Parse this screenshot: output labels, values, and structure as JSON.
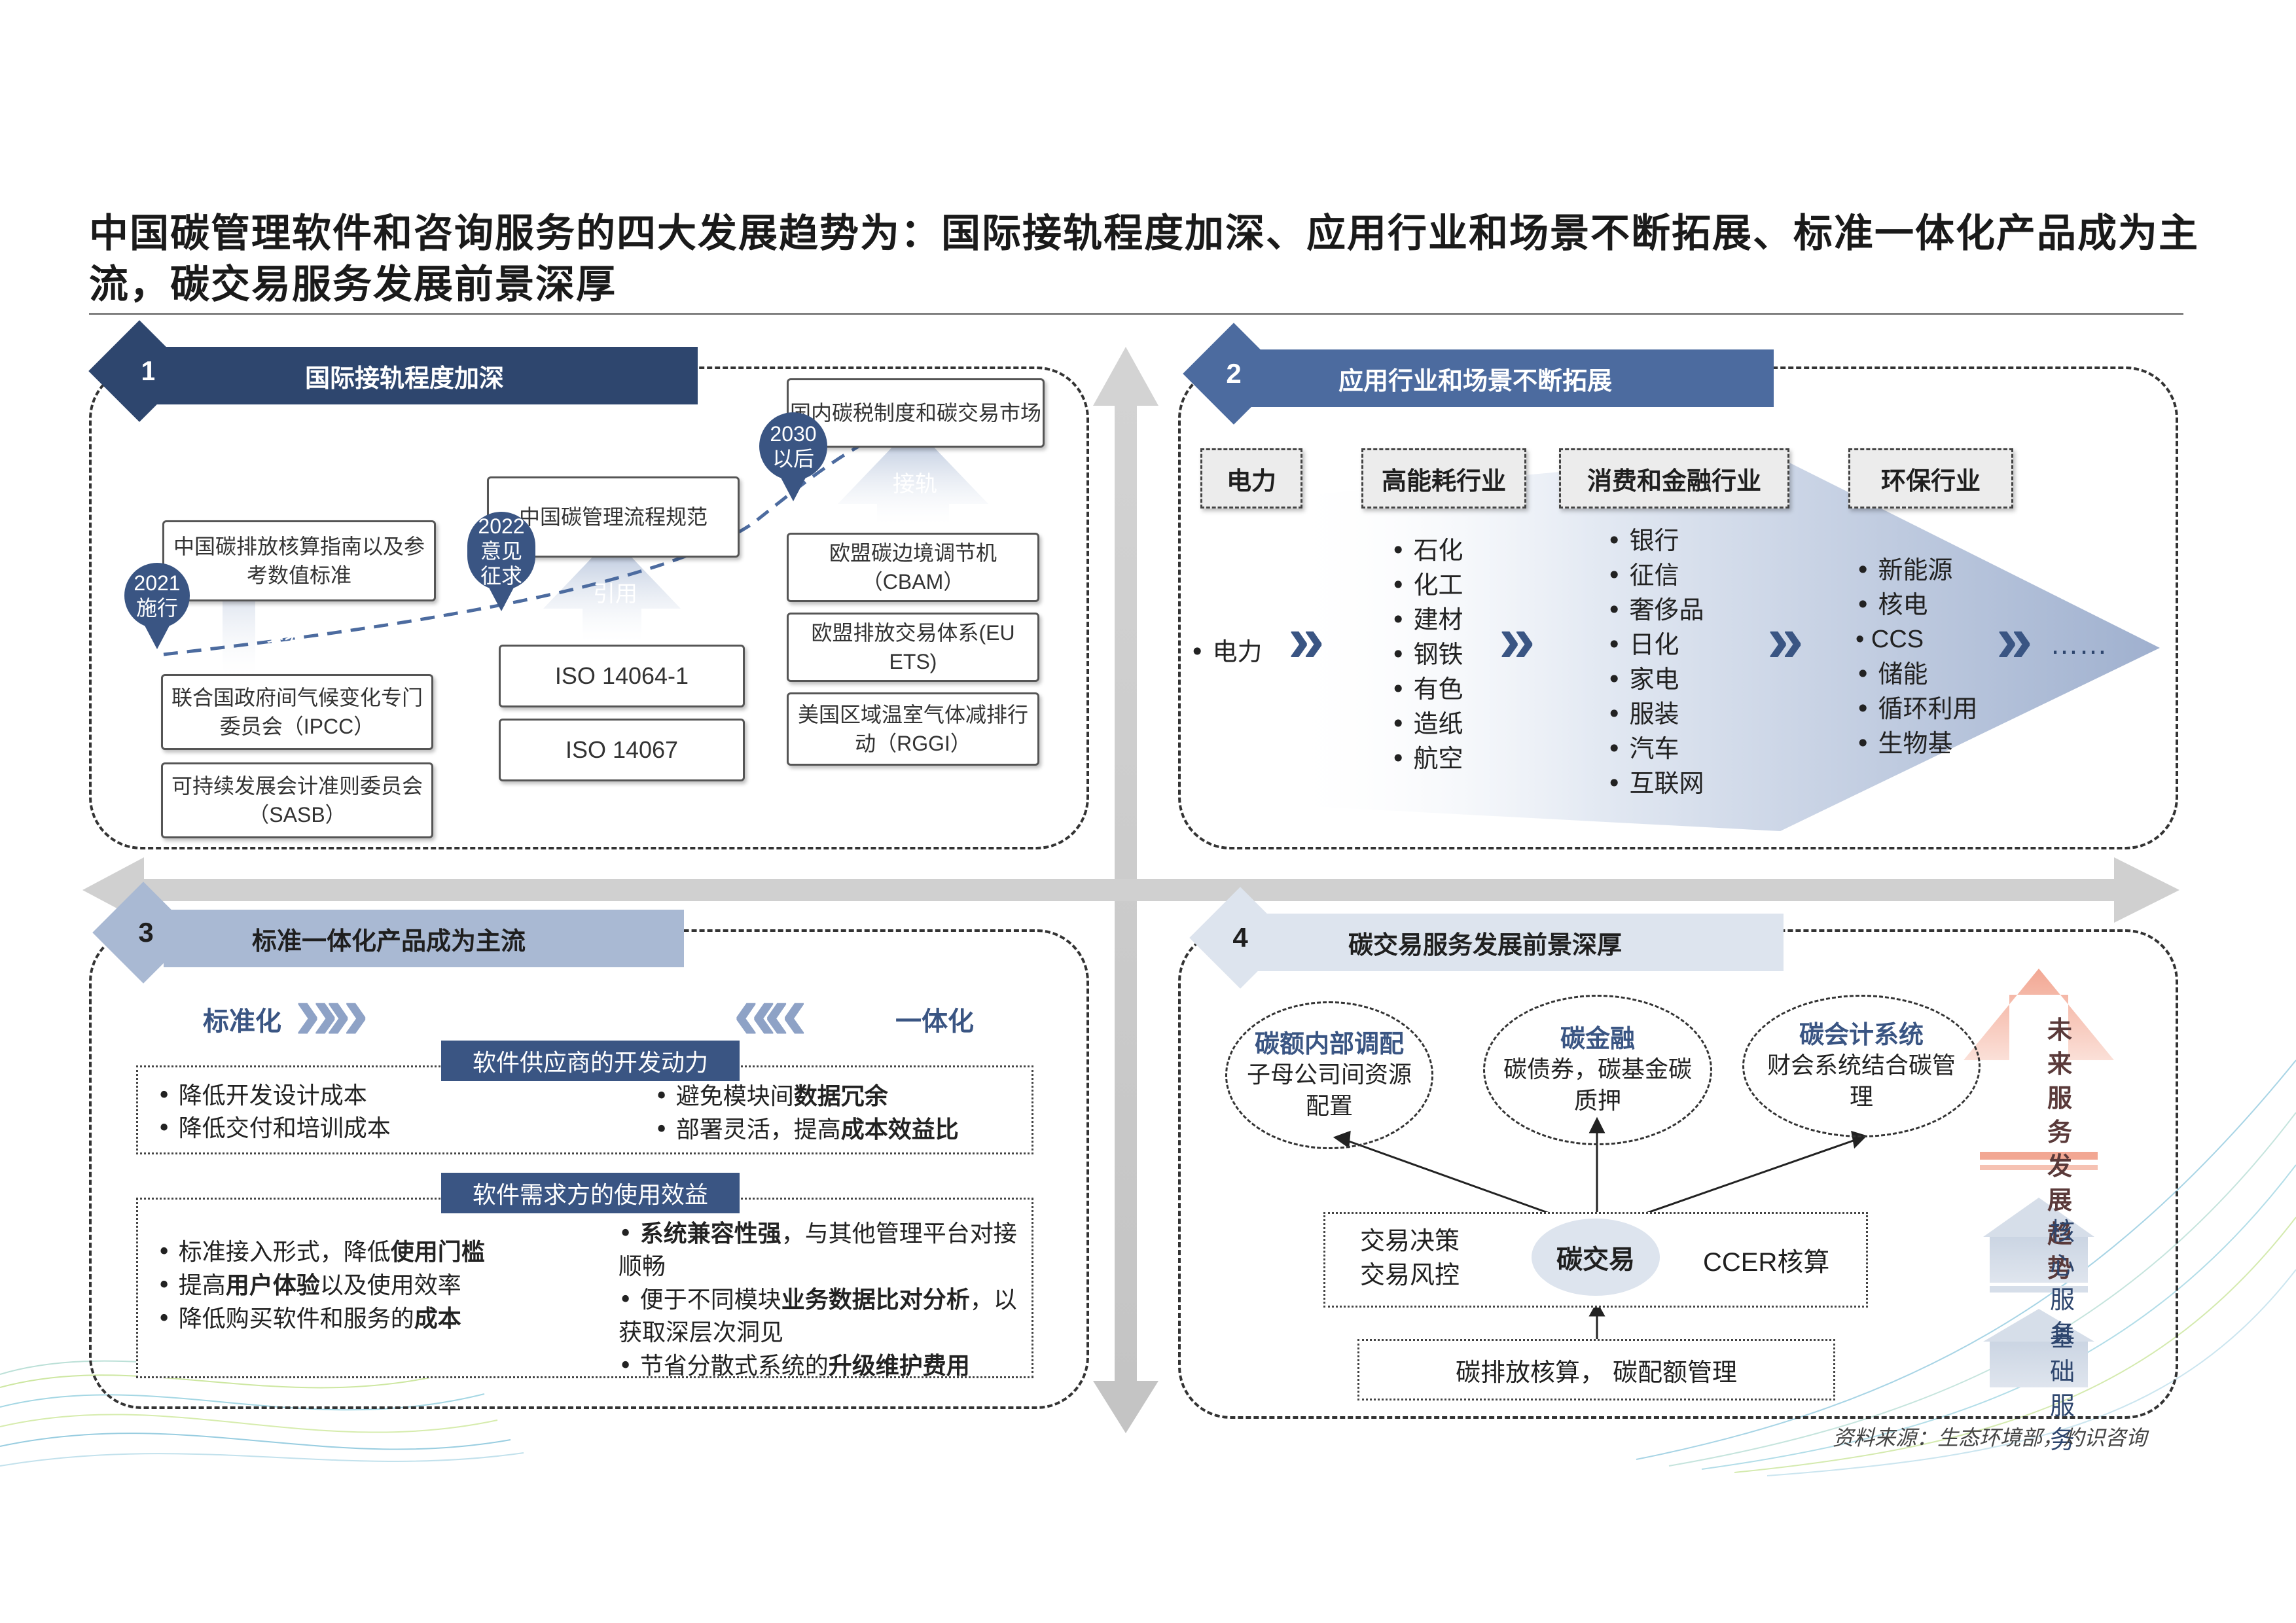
{
  "title": "中国碳管理软件和咨询服务的四大发展趋势为：国际接轨程度加深、应用行业和场景不断拓展、标准一体化产品成为主流，碳交易服务发展前景深厚",
  "source": "资料来源：生态环境部，灼识咨询",
  "colors": {
    "dark_blue": "#2e466e",
    "mid_blue": "#4c6b9f",
    "light_blue": "#a9b9d3",
    "pale_blue": "#dde4ee",
    "accent_orange": "#f4b6a8"
  },
  "q1": {
    "num": "1",
    "title": "国际接轨程度加深",
    "pins": [
      {
        "line1": "2021",
        "line2": "施行"
      },
      {
        "line1": "2022",
        "line2": "意见",
        "line3": "征求"
      },
      {
        "line1": "2030",
        "line2": "以后"
      }
    ],
    "top_boxes": [
      "中国碳排放核算指南以及参考数值标准",
      "中国碳管理流程规范",
      "国内碳税制度和碳交易市场"
    ],
    "arrow_labels": [
      "参考",
      "引用",
      "接轨"
    ],
    "col1": [
      "联合国政府间气候变化专门委员会（IPCC）",
      "可持续发展会计准则委员会（SASB）"
    ],
    "col2": [
      "ISO 14064-1",
      "ISO 14067"
    ],
    "col3": [
      "欧盟碳边境调节机（CBAM）",
      "欧盟排放交易体系(EU ETS)",
      "美国区域温室气体减排行动（RGGI）"
    ]
  },
  "q2": {
    "num": "2",
    "title": "应用行业和场景不断拓展",
    "tags": [
      "电力",
      "高能耗行业",
      "消费和金融行业",
      "环保行业"
    ],
    "list_power": [
      "电力"
    ],
    "list_energy": [
      "石化",
      "化工",
      "建材",
      "钢铁",
      "有色",
      "造纸",
      "航空"
    ],
    "list_consumer": [
      "银行",
      "征信",
      "奢侈品",
      "日化",
      "家电",
      "服装",
      "汽车",
      "互联网"
    ],
    "list_env": [
      "新能源",
      "核电",
      "CCS",
      "储能",
      "循环利用",
      "生物基"
    ],
    "ellipsis": "……"
  },
  "q3": {
    "num": "3",
    "title": "标准一体化产品成为主流",
    "left_label": "标准化",
    "right_label": "一体化",
    "supply_title": "软件供应商的开发动力",
    "supply_left": [
      "降低开发设计成本",
      "降低交付和培训成本"
    ],
    "supply_right": [
      {
        "pre": "避免模块间",
        "bold": "数据冗余",
        "post": ""
      },
      {
        "pre": "部署灵活，提高",
        "bold": "成本效益比",
        "post": ""
      }
    ],
    "demand_title": "软件需求方的使用效益",
    "demand_left": [
      {
        "pre": "标准接入形式，降低",
        "bold": "使用门槛",
        "post": ""
      },
      {
        "pre": "提高",
        "bold": "用户体验",
        "post": "以及使用效率"
      },
      {
        "pre": "降低购买软件和服务的",
        "bold": "成本",
        "post": ""
      }
    ],
    "demand_right": [
      {
        "pre": "",
        "bold": "系统兼容性强",
        "post": "，与其他管理平台对接顺畅"
      },
      {
        "pre": "便于不同模块",
        "bold": "业务数据比对分析",
        "post": "，以获取深层次洞见"
      },
      {
        "pre": "节省分散式系统的",
        "bold": "升级维护费用",
        "post": ""
      }
    ]
  },
  "q4": {
    "num": "4",
    "title": "碳交易服务发展前景深厚",
    "ovals": [
      {
        "head": "碳额内部调配",
        "body": "子母公司间资源配置"
      },
      {
        "head": "碳金融",
        "body": "碳债券，碳基金碳质押"
      },
      {
        "head": "碳会计系统",
        "body": "财会系统结合碳管理"
      }
    ],
    "center_left": [
      "交易决策",
      "交易风控"
    ],
    "center": "碳交易",
    "center_right": "CCER核算",
    "base": "碳排放核算， 碳配额管理",
    "side_future": "未来服务发展趋势",
    "side_core": "核心服务",
    "side_base": "基础服务"
  }
}
